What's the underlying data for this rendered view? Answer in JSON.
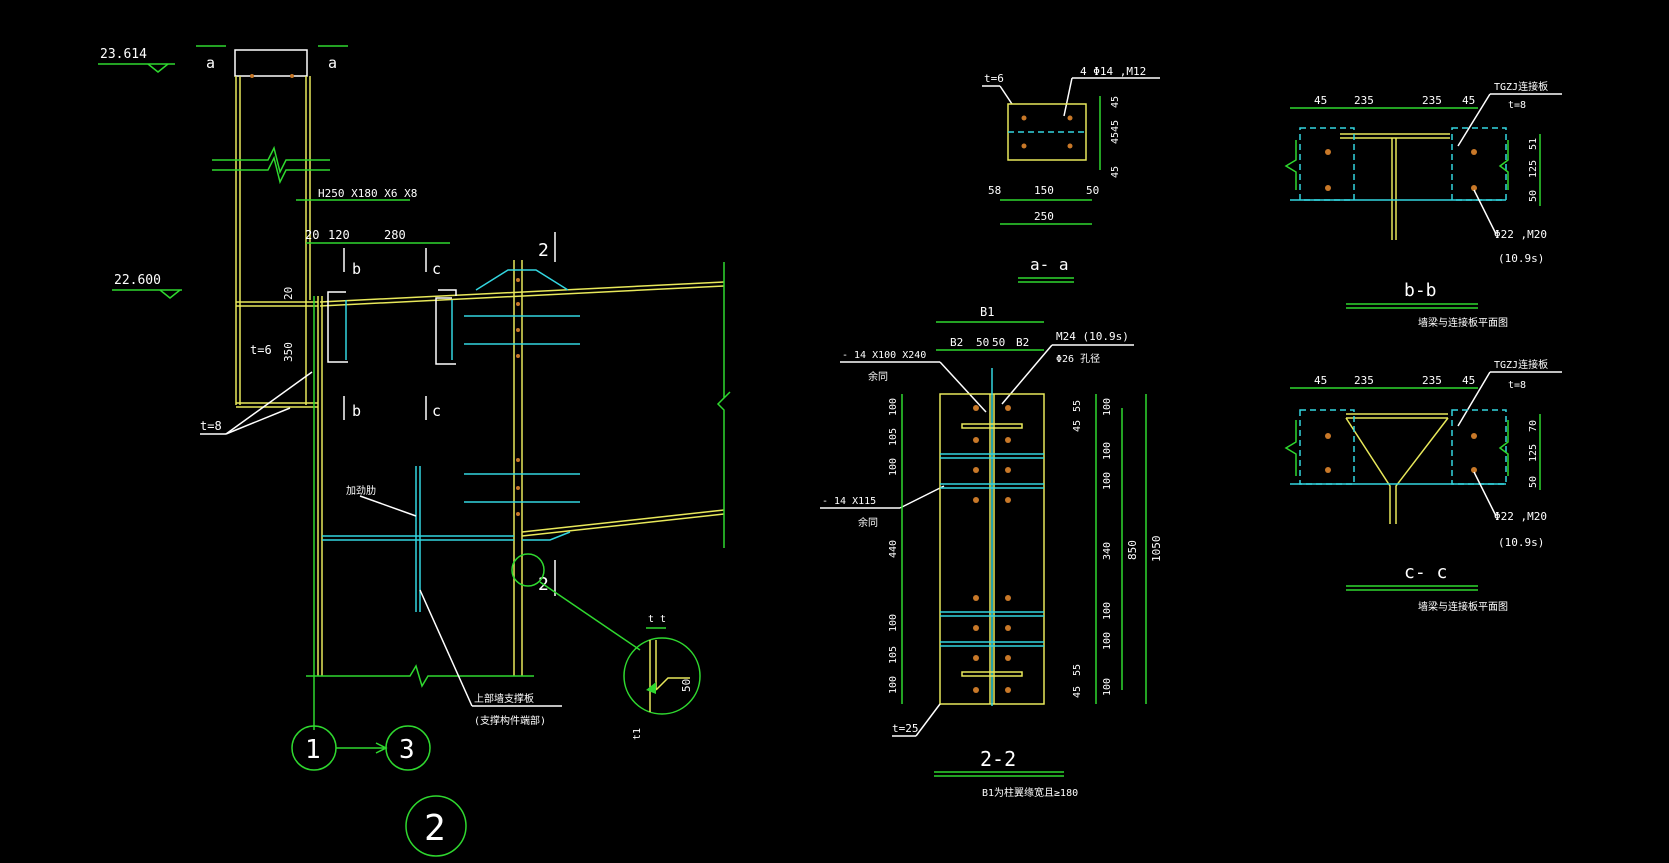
{
  "colors": {
    "background": "#000000",
    "steel": "#e8e85a",
    "dimension": "#2fd82f",
    "plate": "#33d6e0",
    "text": "#ffffff",
    "bolt": "#c87828"
  },
  "left": {
    "elev_top": "23.614",
    "elev_mid": "22.600",
    "section_a_left": "a",
    "section_a_right": "a",
    "beam_label": "H250 X180 X6 X8",
    "dim_20": "20",
    "dim_120": "120",
    "dim_280": "280",
    "cut_b_top": "b",
    "cut_c_top": "c",
    "cut_b_bot": "b",
    "cut_c_bot": "c",
    "cut_2_top": "2",
    "cut_2_bot": "2",
    "dim_20_vert": "20",
    "dim_350": "350",
    "t6": "t=6",
    "t8": "t=8",
    "stiffener_note": "加劲肋",
    "bottom_note_1": "上部墙支撑板",
    "bottom_note_2": "(支撑构件端部)",
    "detail_t1": "t",
    "detail_t2": "t",
    "detail_50": "50",
    "detail_t3": "t1",
    "axis_1": "1",
    "axis_3": "3",
    "detail_number": "2"
  },
  "aa": {
    "t_label": "t=6",
    "bolt_label": "4 Φ14 ,M12",
    "dim_45a": "45",
    "dim_45b": "45",
    "dim_45c": "45",
    "dim_45d": "45",
    "dim_58": "58",
    "dim_150": "150",
    "dim_50": "50",
    "dim_250": "250",
    "title": "a- a"
  },
  "section22": {
    "b1": "B1",
    "b2a": "B2",
    "d50a": "50",
    "d50b": "50",
    "b2b": "B2",
    "bolt1": "M24 (10.9s)",
    "bolt2": "Φ26 孔径",
    "plate1": "- 14 X100 X240",
    "plate1_note": "余同",
    "plate2": "- 14 X115",
    "plate2_note": "余同",
    "left_dims": [
      "100",
      "105",
      "100",
      "440",
      "100",
      "105",
      "100"
    ],
    "right_small": [
      "55",
      "45",
      "55",
      "45"
    ],
    "right_dims": [
      "100",
      "100",
      "100",
      "340",
      "100",
      "100",
      "100"
    ],
    "dim_850": "850",
    "dim_1050": "1050",
    "t25": "t=25",
    "title": "2-2",
    "note": "B1为柱翼缘宽且≥180"
  },
  "bb": {
    "d45a": "45",
    "d235a": "235",
    "d235b": "235",
    "d45b": "45",
    "plate": "TGZJ连接板",
    "t8": "t=8",
    "v51": "51",
    "v125": "125",
    "v50": "50",
    "bolt": "Φ22 ,M20",
    "grade": "(10.9s)",
    "title": "b-b",
    "note": "墙梁与连接板平面图"
  },
  "cc": {
    "d45a": "45",
    "d235a": "235",
    "d235b": "235",
    "d45b": "45",
    "plate": "TGZJ连接板",
    "t8": "t=8",
    "v70": "70",
    "v125": "125",
    "v50": "50",
    "bolt": "Φ22 ,M20",
    "grade": "(10.9s)",
    "title": "c- c",
    "note": "墙梁与连接板平面图"
  }
}
